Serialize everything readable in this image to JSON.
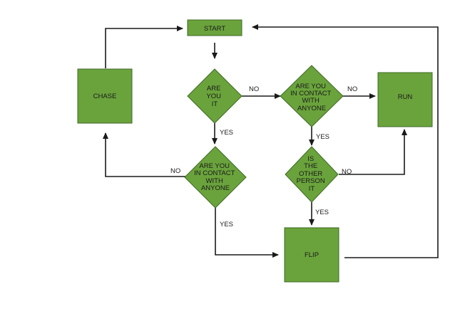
{
  "colors": {
    "node_fill": "#6aa33c",
    "node_stroke": "#3f6a24",
    "line": "#1a1a1a",
    "background": "#ffffff"
  },
  "nodes": {
    "start": {
      "label": "START"
    },
    "chase": {
      "label": "CHASE"
    },
    "are_you_it": {
      "lines": [
        "ARE",
        "YOU",
        "IT"
      ]
    },
    "contact_top": {
      "lines": [
        "ARE YOU",
        "IN CONTACT",
        "WITH",
        "ANYONE"
      ]
    },
    "run": {
      "label": "RUN"
    },
    "contact_bottom": {
      "lines": [
        "ARE YOU",
        "IN CONTACT",
        "WITH",
        "ANYONE"
      ]
    },
    "other_person_it": {
      "lines": [
        "IS",
        "THE",
        "OTHER",
        "PERSON",
        "IT"
      ]
    },
    "flip": {
      "label": "FLIP"
    }
  },
  "edges": {
    "are_you_it_no": "NO",
    "contact_top_no": "NO",
    "are_you_it_yes": "YES",
    "contact_top_yes": "YES",
    "contact_bottom_no": "NO",
    "other_person_no": "NO",
    "contact_bottom_yes": "YES",
    "other_person_yes": "YES"
  }
}
